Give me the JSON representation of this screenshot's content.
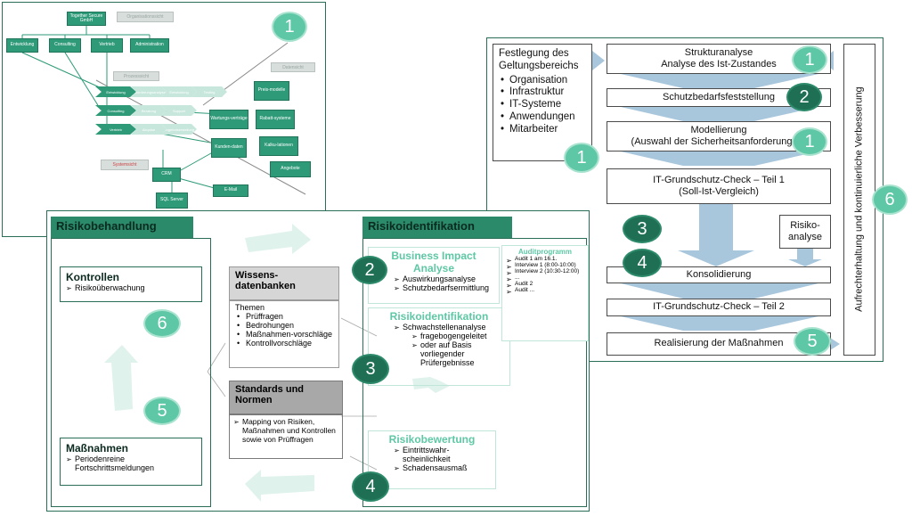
{
  "org_panel": {
    "company": "Together Secure GmbH",
    "org_label": "Organisationssicht",
    "departments": [
      "Entwicklung",
      "Consulting",
      "Vertrieb",
      "Administration"
    ],
    "process_label": "Prozesssicht",
    "process_rows": [
      [
        "Entwicklung",
        "Anforderungsanalyse",
        "Entwicklung",
        "Testing"
      ],
      [
        "Consulting",
        "Beratung",
        "Support"
      ],
      [
        "Vertrieb",
        "Akquise",
        "Angebotserstellung"
      ]
    ],
    "data_label": "Datensicht",
    "data_items": [
      "Preis-modelle",
      "Wartungs-verträge",
      "Rabatt-systeme",
      "Kunden-daten",
      "Kalku-lationen",
      "Angebote"
    ],
    "system_label": "Systemsicht",
    "systems": [
      "CRM",
      "SQL Server",
      "E-Mail"
    ],
    "badge": "1"
  },
  "risk_panel": {
    "behandlung_title": "Risikobehandlung",
    "identifikation_title": "Risikoidentifikation",
    "kontrollen_title": "Kontrollen",
    "kontrollen_items": [
      "Risikoüberwachung"
    ],
    "massnahmen_title": "Maßnahmen",
    "massnahmen_items": [
      "Periodenreine Fortschrittsmeldungen"
    ],
    "badge_6": "6",
    "badge_5": "5",
    "wissen_title": "Wissens-datenbanken",
    "wissen_sub": "Themen",
    "wissen_items": [
      "Prüffragen",
      "Bedrohungen",
      "Maßnahmen-vorschläge",
      "Kontrollvorschläge"
    ],
    "standards_title": "Standards und Normen",
    "standards_items": [
      "Mapping von Risiken, Maßnahmen und Kontrollen sowie von Prüffragen"
    ],
    "bia_title": "Business Impact Analyse",
    "bia_items": [
      "Auswirkungsanalyse",
      "Schutzbedarfsermittlung"
    ],
    "ri_title": "Risikoidentifikation",
    "ri_items": [
      "Schwachstellenanalyse"
    ],
    "ri_subitems": [
      "fragebogengeleitet",
      "oder auf Basis vorliegender Prüfergebnisse"
    ],
    "rb_title": "Risikobewertung",
    "rb_items": [
      "Eintrittswahr-scheinlichkeit",
      "Schadensausmaß"
    ],
    "audit_title": "Auditprogramm",
    "audit_items": [
      "Audit 1 am 16.1.",
      "Interview 1 (8:00-10:00)",
      "Interview 2 (10:30-12:00)",
      "...",
      "Audit 2",
      "Audit ..."
    ],
    "badge_2": "2",
    "badge_3": "3",
    "badge_4": "4"
  },
  "grundschutz_panel": {
    "geltung_title": "Festlegung des Geltungsbereichs",
    "geltung_items": [
      "Organisation",
      "Infrastruktur",
      "IT-Systeme",
      "Anwendungen",
      "Mitarbeiter"
    ],
    "strukturanalyse_line1": "Strukturanalyse",
    "strukturanalyse_line2": "Analyse des Ist-Zustandes",
    "schutzbedarf": "Schutzbedarfsfeststellung",
    "modellierung_line1": "Modellierung",
    "modellierung_line2": "(Auswahl der Sicherheitsanforderungen)",
    "check1_line1": "IT-Grundschutz-Check – Teil 1",
    "check1_line2": "(Soll-Ist-Vergleich)",
    "risikoanalyse": "Risiko-analyse",
    "konsolidierung": "Konsolidierung",
    "check2": "IT-Grundschutz-Check – Teil 2",
    "realisierung": "Realisierung der Maßnahmen",
    "vertical": "Aufrechterhaltung und kontinuierliche Verbesserung",
    "badges": [
      "1",
      "2",
      "1",
      "1",
      "3",
      "4",
      "5",
      "6"
    ]
  }
}
